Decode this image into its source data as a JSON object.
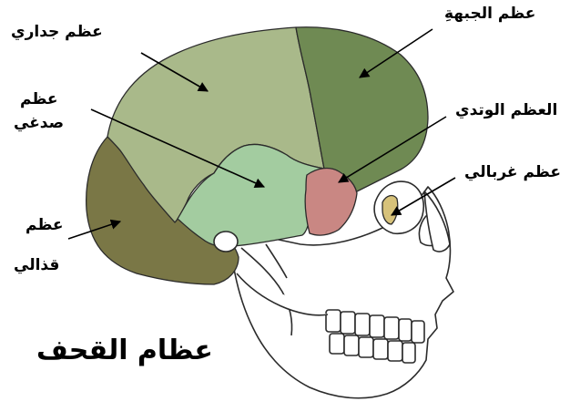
{
  "labels": {
    "frontal": "عظم الجبهةِ",
    "parietal": "عظم جداري",
    "sphenoid": "العظم الوتدي",
    "temporal_line1": "عظم",
    "temporal_line2": "صدغي",
    "ethmoid": "عظم غربالي",
    "occipital_line1": "عظم",
    "occipital_line2": "قذالي"
  },
  "title": "عظام القحف",
  "colors": {
    "parietal": "#a9b98a",
    "frontal": "#6f8a53",
    "temporal": "#a3cca0",
    "occipital": "#7a7746",
    "sphenoid": "#c98783",
    "ethmoid": "#d7c27a",
    "outline": "#2b2b2b",
    "background": "#ffffff"
  }
}
